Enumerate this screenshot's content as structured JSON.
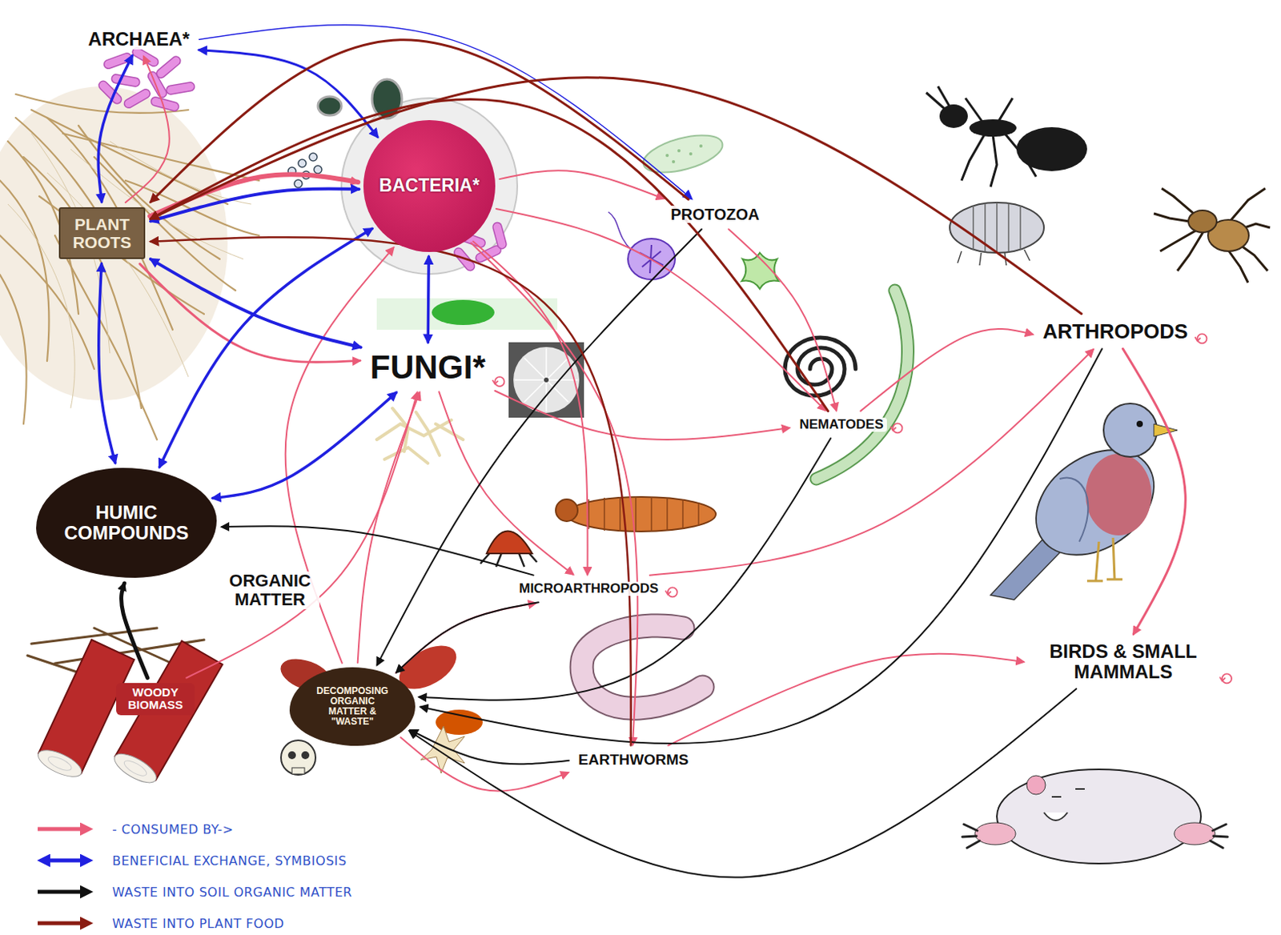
{
  "diagram": {
    "nodes": [
      {
        "text": [
          "ARCHAEA*"
        ]
      },
      {
        "text": [
          "BACTERIA*"
        ]
      },
      {
        "text": [
          "PLANT ROOTS"
        ]
      },
      {
        "text": [
          "PROTOZOA"
        ]
      },
      {
        "text": [
          "FUNGI*"
        ]
      },
      {
        "text": [
          "NEMATODES"
        ]
      },
      {
        "text": [
          "ARTHROPODS"
        ]
      },
      {
        "text": [
          "HUMIC COMPOUNDS"
        ]
      },
      {
        "text": [
          "MICROARTHROPODS"
        ]
      },
      {
        "text": [
          "BIRDS & SMALL MAMMALS"
        ]
      },
      {
        "text": [
          "WOODY BIOMASS"
        ]
      },
      {
        "text": [
          "DECOMPOSING ORGANIC MATTER & \"WASTE\""
        ]
      },
      {
        "text": [
          "EARTHWORMS"
        ]
      }
    ],
    "edges": [
      {
        "from": 2,
        "to": 0,
        "arrow": "to"
      },
      {
        "from": 2,
        "to": 1,
        "arrow": "to"
      },
      {
        "from": 2,
        "to": 4,
        "arrow": "to"
      },
      {
        "from": 1,
        "to": 3,
        "arrow": "to"
      },
      {
        "from": 1,
        "to": 5,
        "arrow": "to"
      },
      {
        "from": 1,
        "to": 8,
        "arrow": "to"
      },
      {
        "from": 1,
        "to": 12,
        "arrow": "to"
      },
      {
        "from": 4,
        "to": 5,
        "arrow": "to"
      },
      {
        "from": 4,
        "to": 8,
        "arrow": "to"
      },
      {
        "from": 3,
        "to": 5,
        "arrow": "to"
      },
      {
        "from": 5,
        "to": 6,
        "arrow": "to"
      },
      {
        "from": 8,
        "to": 6,
        "arrow": "to"
      },
      {
        "from": 6,
        "to": 9,
        "arrow": "to"
      },
      {
        "from": 12,
        "to": 9,
        "arrow": "to"
      },
      {
        "from": 11,
        "to": 1,
        "arrow": "to"
      },
      {
        "from": 11,
        "to": 4,
        "arrow": "to"
      },
      {
        "from": 11,
        "to": 12,
        "arrow": "to"
      },
      {
        "from": 11,
        "to": 8,
        "arrow": "to"
      },
      {
        "from": 10,
        "to": 4,
        "arrow": "to"
      },
      {
        "from": 0,
        "to": 2,
        "arrow": "both"
      },
      {
        "from": 0,
        "to": 1,
        "arrow": "both"
      },
      {
        "from": 1,
        "to": 2,
        "arrow": "both"
      },
      {
        "from": 4,
        "to": 2,
        "arrow": "both"
      },
      {
        "from": 1,
        "to": 4,
        "arrow": "both"
      },
      {
        "from": 2,
        "to": 7,
        "arrow": "both"
      },
      {
        "from": 7,
        "to": 1,
        "arrow": "both"
      },
      {
        "from": 7,
        "to": 4,
        "arrow": "both"
      },
      {
        "from": 0,
        "to": 3,
        "arrow": "to"
      },
      {
        "from": 10,
        "to": 7,
        "arrow": "to"
      },
      {
        "from": 8,
        "to": 7,
        "arrow": "to"
      },
      {
        "from": 3,
        "to": 11,
        "arrow": "to"
      },
      {
        "from": 5,
        "to": 11,
        "arrow": "to"
      },
      {
        "from": 8,
        "to": 11,
        "arrow": "to"
      },
      {
        "from": 12,
        "to": 11,
        "arrow": "to"
      },
      {
        "from": 6,
        "to": 11,
        "arrow": "to"
      },
      {
        "from": 9,
        "to": 11,
        "arrow": "to"
      },
      {
        "from": 5,
        "to": 2,
        "arrow": "to"
      },
      {
        "from": 3,
        "to": 2,
        "arrow": "to"
      },
      {
        "from": 12,
        "to": 2,
        "arrow": "to"
      },
      {
        "from": 6,
        "to": 2,
        "arrow": "to"
      }
    ],
    "labels": [
      "ORGANIC MATTER"
    ],
    "legend": [
      {
        "text": "- CONSUMED BY->"
      },
      {
        "text": "BENEFICIAL EXCHANGE, SYMBIOSIS"
      },
      {
        "text": "WASTE INTO SOIL ORGANIC MATTER"
      },
      {
        "text": "WASTE INTO PLANT FOOD"
      }
    ]
  }
}
